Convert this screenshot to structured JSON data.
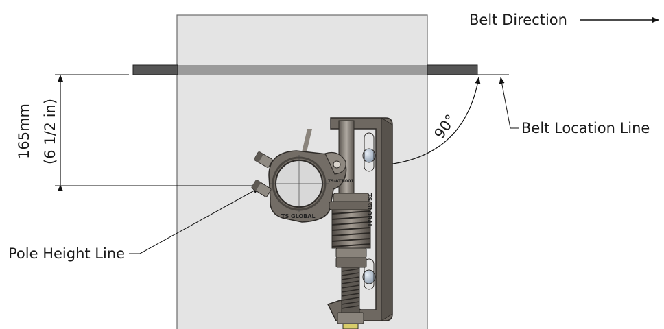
{
  "labels": {
    "belt_direction": "Belt Direction",
    "belt_location_line": "Belt Location Line",
    "pole_height_line": "Pole Height Line",
    "angle": "90°",
    "dimension_mm": "165mm",
    "dimension_in": "(6 1/2 in)",
    "clamp_brand": "TS GLOBAL",
    "bracket_brand": "TS GLOBAL",
    "part_code": "TS-ATT-001"
  },
  "colors": {
    "panel_fill": "#e4e4e4",
    "belt": "#555555",
    "belt_behind": "#9a9a9a",
    "metal_dark": "#5c5751",
    "metal_mid": "#7b756e",
    "metal_light": "#a9a39b",
    "slot_blue": "#aebccc"
  }
}
